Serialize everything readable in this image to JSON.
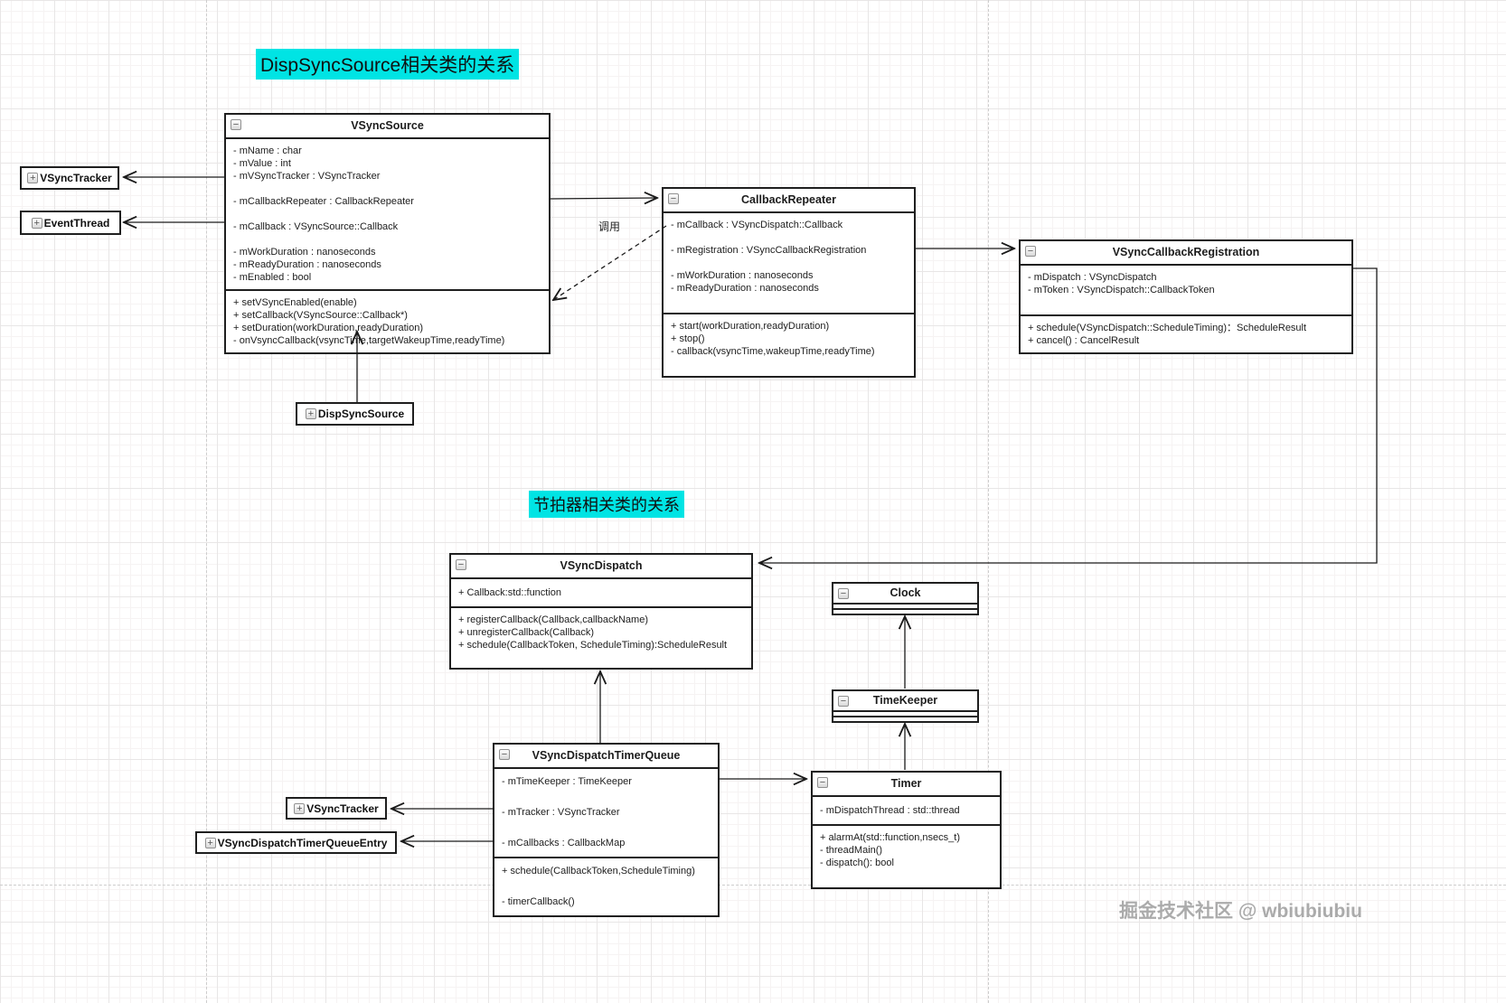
{
  "section1_title": "DispSyncSource相关类的关系",
  "section2_title": "节拍器相关类的关系",
  "call_label": "调用",
  "watermark": "掘金技术社区 @ wbiubiubiu",
  "icons": {
    "collapse": "−",
    "expand": "+"
  },
  "colors": {
    "highlight": "#00e4e4",
    "line": "#1a1a1a",
    "watermark": "#ababab"
  },
  "classes": {
    "vsync_source": {
      "name": "VSyncSource",
      "attributes": [
        "- mName : char",
        "- mValue : int",
        "- mVSyncTracker : VSyncTracker",
        "",
        "- mCallbackRepeater : CallbackRepeater",
        "",
        "- mCallback : VSyncSource::Callback",
        "",
        "- mWorkDuration : nanoseconds",
        "- mReadyDuration : nanoseconds",
        "- mEnabled : bool"
      ],
      "methods": [
        "+ setVSyncEnabled(enable)",
        "+ setCallback(VSyncSource::Callback*)",
        "+ setDuration(workDuration,readyDuration)",
        "- onVsyncCallback(vsyncTime,targetWakeupTime,readyTime)"
      ]
    },
    "callback_repeater": {
      "name": "CallbackRepeater",
      "attributes": [
        "- mCallback : VSyncDispatch::Callback",
        "",
        "- mRegistration : VSyncCallbackRegistration",
        "",
        "- mWorkDuration : nanoseconds",
        "- mReadyDuration : nanoseconds",
        ""
      ],
      "methods": [
        "+ start(workDuration,readyDuration)",
        "+ stop()",
        "- callback(vsyncTime,wakeupTime,readyTime)",
        ""
      ]
    },
    "vsync_callback_registration": {
      "name": "VSyncCallbackRegistration",
      "attributes": [
        "- mDispatch : VSyncDispatch",
        "- mToken : VSyncDispatch::CallbackToken",
        ""
      ],
      "methods": [
        "+ schedule(VSyncDispatch::ScheduleTiming)：ScheduleResult",
        "+ cancel() : CancelResult"
      ]
    },
    "vsync_dispatch": {
      "name": "VSyncDispatch",
      "attributes": [
        "+ Callback:std::function"
      ],
      "methods": [
        "+ registerCallback(Callback,callbackName)",
        "+ unregisterCallback(Callback)",
        "+ schedule(CallbackToken, ScheduleTiming):ScheduleResult"
      ]
    },
    "clock": {
      "name": "Clock",
      "attributes": [],
      "methods": []
    },
    "time_keeper": {
      "name": "TimeKeeper",
      "attributes": [],
      "methods": []
    },
    "vsync_dispatch_timer_queue": {
      "name": "VSyncDispatchTimerQueue",
      "attributes": [
        "- mTimeKeeper : TimeKeeper",
        "",
        "- mTracker : VSyncTracker",
        "",
        "- mCallbacks : CallbackMap"
      ],
      "methods": [
        "+ schedule(CallbackToken,ScheduleTiming)",
        "",
        "- timerCallback()"
      ]
    },
    "timer": {
      "name": "Timer",
      "attributes": [
        "-  mDispatchThread : std::thread"
      ],
      "methods": [
        "+ alarmAt(std::function,nsecs_t)",
        "- threadMain()",
        "- dispatch(): bool",
        ""
      ]
    }
  },
  "small_boxes": {
    "vsync_tracker_top": "VSyncTracker",
    "event_thread": "EventThread",
    "disp_sync_source": "DispSyncSource",
    "vsync_tracker_bottom": "VSyncTracker",
    "vsync_dispatch_timer_queue_entry": "VSyncDispatchTimerQueueEntry"
  }
}
